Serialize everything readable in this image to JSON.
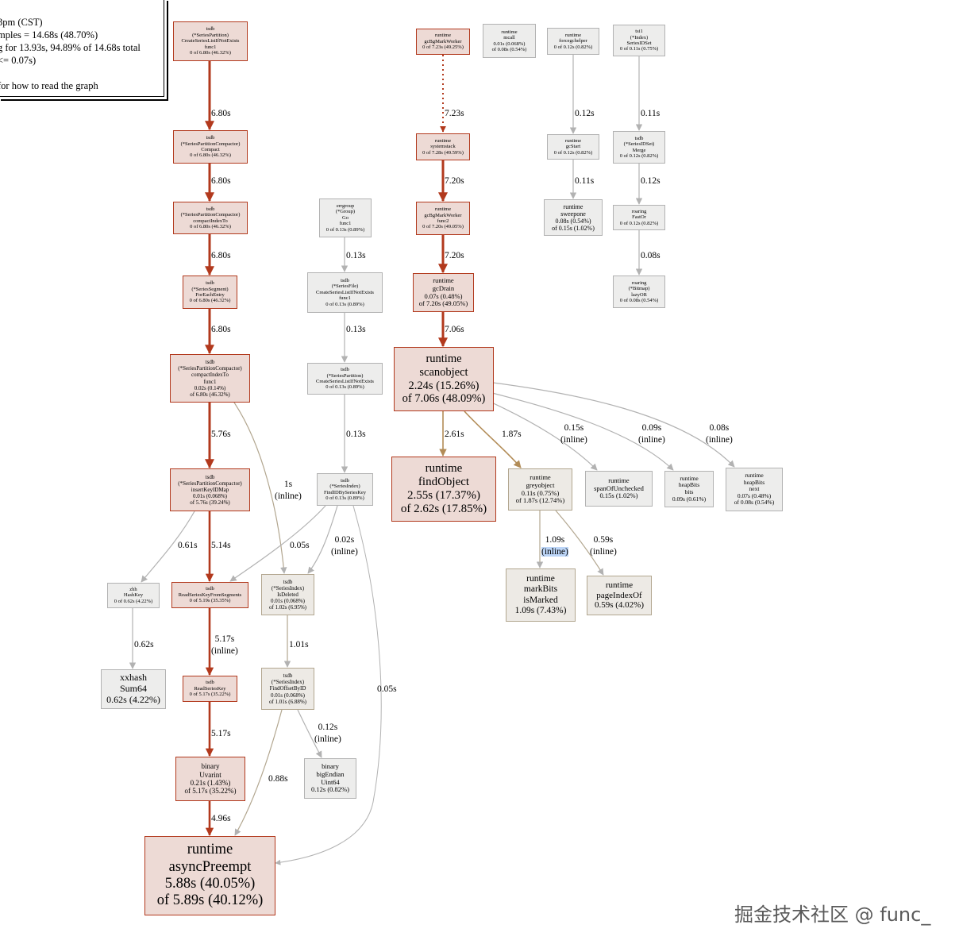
{
  "legend": {
    "lines": [
      "3pm (CST)",
      "mples = 14.68s (48.70%)",
      "g for 13.93s, 94.89% of 14.68s total",
      "<= 0.07s)",
      "for how to read the graph"
    ]
  },
  "nodes": {
    "n1": [
      "tsdb",
      "(*SeriesPartition)",
      "CreateSeriesListIfNotExists",
      "func1",
      "0 of 6.80s (46.32%)"
    ],
    "n2": [
      "tsdb",
      "(*SeriesPartitionCompactor)",
      "Compact",
      "0 of 6.80s (46.32%)"
    ],
    "n3": [
      "tsdb",
      "(*SeriesPartitionCompactor)",
      "compactIndexTo",
      "0 of 6.80s (46.32%)"
    ],
    "n4": [
      "tsdb",
      "(*SeriesSegment)",
      "ForEachEntry",
      "0 of 6.80s (46.32%)"
    ],
    "n5": [
      "tsdb",
      "(*SeriesPartitionCompactor)",
      "compactIndexTo",
      "func1",
      "0.02s (0.14%)",
      "of 6.80s (46.32%)"
    ],
    "n6": [
      "tsdb",
      "(*SeriesPartitionCompactor)",
      "insertKeyIDMap",
      "0.01s (0.068%)",
      "of 5.76s (39.24%)"
    ],
    "n7": [
      "zhh",
      "HashKey",
      "0 of 0.62s (4.22%)"
    ],
    "n8": [
      "tsdb",
      "ReadSeriesKeyFromSegments",
      "0 of 5.19s (35.35%)"
    ],
    "n9": [
      "xxhash",
      "Sum64",
      "0.62s (4.22%)"
    ],
    "n10": [
      "tsdb",
      "ReadSeriesKey",
      "0 of 5.17s (35.22%)"
    ],
    "n11": [
      "binary",
      "Uvarint",
      "0.21s (1.43%)",
      "of 5.17s (35.22%)"
    ],
    "n12": [
      "runtime",
      "asyncPreempt",
      "5.88s (40.05%)",
      "of 5.89s (40.12%)"
    ],
    "n13": [
      "errgroup",
      "(*Group)",
      "Go",
      "func1",
      "0 of 0.13s (0.89%)"
    ],
    "n14": [
      "tsdb",
      "(*SeriesFile)",
      "CreateSeriesListIfNotExists",
      "func1",
      "0 of 0.13s (0.89%)"
    ],
    "n15": [
      "tsdb",
      "(*SeriesPartition)",
      "CreateSeriesListIfNotExists",
      "0 of 0.13s (0.89%)"
    ],
    "n16": [
      "tsdb",
      "(*SeriesIndex)",
      "FindIDBySeriesKey",
      "0 of 0.13s (0.89%)"
    ],
    "n17": [
      "tsdb",
      "(*SeriesIndex)",
      "IsDeleted",
      "0.01s (0.068%)",
      "of 1.02s (6.95%)"
    ],
    "n18": [
      "tsdb",
      "(*SeriesIndex)",
      "FindOffsetByID",
      "0.01s (0.068%)",
      "of 1.01s (6.88%)"
    ],
    "n19": [
      "binary",
      "bigEndian",
      "Uint64",
      "0.12s (0.82%)"
    ],
    "n20": [
      "runtime",
      "gcBgMarkWorker",
      "0 of 7.23s (49.25%)"
    ],
    "n21": [
      "runtime",
      "systemstack",
      "0 of 7.28s (49.59%)"
    ],
    "n22": [
      "runtime",
      "gcBgMarkWorker",
      "func2",
      "0 of 7.20s (49.05%)"
    ],
    "n23": [
      "runtime",
      "gcDrain",
      "0.07s (0.48%)",
      "of 7.20s (49.05%)"
    ],
    "n24": [
      "runtime",
      "scanobject",
      "2.24s (15.26%)",
      "of 7.06s (48.09%)"
    ],
    "n25": [
      "runtime",
      "findObject",
      "2.55s (17.37%)",
      "of 2.62s (17.85%)"
    ],
    "n26": [
      "runtime",
      "greyobject",
      "0.11s (0.75%)",
      "of 1.87s (12.74%)"
    ],
    "n27": [
      "runtime",
      "spanOfUnchecked",
      "0.15s (1.02%)"
    ],
    "n28": [
      "runtime",
      "heapBits",
      "bits",
      "0.09s (0.61%)"
    ],
    "n29": [
      "runtime",
      "heapBits",
      "next",
      "0.07s (0.48%)",
      "of 0.08s (0.54%)"
    ],
    "n30": [
      "runtime",
      "markBits",
      "isMarked",
      "1.09s (7.43%)"
    ],
    "n31": [
      "runtime",
      "pageIndexOf",
      "0.59s (4.02%)"
    ],
    "n32": [
      "runtime",
      "mcall",
      "0.01s (0.068%)",
      "of 0.08s (0.54%)"
    ],
    "n33": [
      "runtime",
      "forcegchelper",
      "0 of 0.12s (0.82%)"
    ],
    "n34": [
      "runtime",
      "gcStart",
      "0 of 0.12s (0.82%)"
    ],
    "n35": [
      "runtime",
      "sweepone",
      "0.08s (0.54%)",
      "of 0.15s (1.02%)"
    ],
    "n36": [
      "tsi1",
      "(*Index)",
      "SeriesIDSet",
      "0 of 0.11s (0.75%)"
    ],
    "n37": [
      "tsdb",
      "(*SeriesIDSet)",
      "Merge",
      "0 of 0.12s (0.82%)"
    ],
    "n38": [
      "roaring",
      "FastOr",
      "0 of 0.12s (0.82%)"
    ],
    "n39": [
      "roaring",
      "(*Bitmap)",
      "lazyOR",
      "0 of 0.08s (0.54%)"
    ]
  },
  "edge_labels": {
    "e1": [
      "6.80s"
    ],
    "e2": [
      "6.80s"
    ],
    "e3": [
      "6.80s"
    ],
    "e4": [
      "6.80s"
    ],
    "e5": [
      "5.76s"
    ],
    "e6": [
      "1s",
      "(inline)"
    ],
    "e7": [
      "0.61s"
    ],
    "e8": [
      "5.14s"
    ],
    "e9": [
      "0.05s"
    ],
    "e10": [
      "0.02s",
      "(inline)"
    ],
    "e11": [
      "0.62s"
    ],
    "e12": [
      "5.17s",
      "(inline)"
    ],
    "e13": [
      "1.01s"
    ],
    "e14": [
      "0.05s"
    ],
    "e15": [
      "5.17s"
    ],
    "e16": [
      "0.12s",
      "(inline)"
    ],
    "e17": [
      "0.88s"
    ],
    "e18": [
      "4.96s"
    ],
    "e19": [
      "0.13s"
    ],
    "e20": [
      "0.13s"
    ],
    "e21": [
      "0.13s"
    ],
    "e22": [
      "7.23s"
    ],
    "e23": [
      "7.20s"
    ],
    "e24": [
      "7.20s"
    ],
    "e25": [
      "7.06s"
    ],
    "e26": [
      "2.61s"
    ],
    "e27": [
      "1.87s"
    ],
    "e28": [
      "0.15s",
      "(inline)"
    ],
    "e29": [
      "0.09s",
      "(inline)"
    ],
    "e30": [
      "0.08s",
      "(inline)"
    ],
    "e31": [
      "1.09s",
      "(inline)"
    ],
    "e32": [
      "0.59s",
      "(inline)"
    ],
    "e33": [
      "0.12s"
    ],
    "e34": [
      "0.11s"
    ],
    "e35": [
      "0.11s"
    ],
    "e36": [
      "0.12s"
    ],
    "e37": [
      "0.08s"
    ]
  },
  "colors": {
    "hot_edge": "#b2391d",
    "warm_edge": "#b28c57",
    "cold_edge": "#b2b2b2",
    "hot_fill": "#eddad5",
    "cold_fill": "#ededec"
  },
  "watermark": "掘金技术社区 @ func_"
}
